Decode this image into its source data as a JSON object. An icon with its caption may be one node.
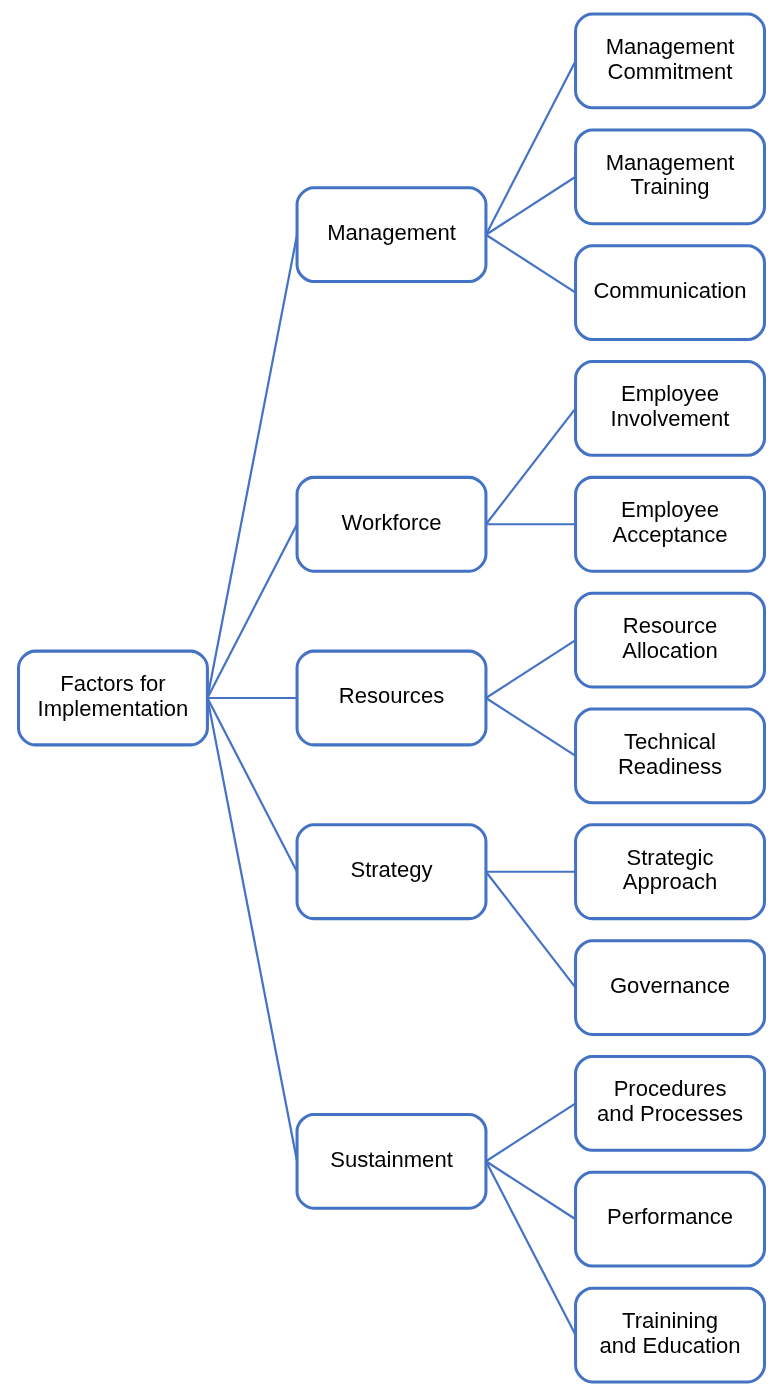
{
  "diagram": {
    "nodes": [
      {
        "text": [
          "Factors for Implementation"
        ]
      },
      {
        "text": [
          "Management"
        ]
      },
      {
        "text": [
          "Management Commitment"
        ]
      },
      {
        "text": [
          "Management Training"
        ]
      },
      {
        "text": [
          "Communication"
        ]
      },
      {
        "text": [
          "Workforce"
        ]
      },
      {
        "text": [
          "Employee Involvement"
        ]
      },
      {
        "text": [
          "Employee Acceptance"
        ]
      },
      {
        "text": [
          "Resources"
        ]
      },
      {
        "text": [
          "Resource Allocation"
        ]
      },
      {
        "text": [
          "Technical Readiness"
        ]
      },
      {
        "text": [
          "Strategy"
        ]
      },
      {
        "text": [
          "Strategic Approach"
        ]
      },
      {
        "text": [
          "Governance"
        ]
      },
      {
        "text": [
          "Sustainment"
        ]
      },
      {
        "text": [
          "Procedures and Processes"
        ]
      },
      {
        "text": [
          "Performance"
        ]
      },
      {
        "text": [
          "Trainining and Education"
        ]
      }
    ],
    "edges": [
      {
        "from": 0,
        "to": 1,
        "arrow": "none"
      },
      {
        "from": 0,
        "to": 5,
        "arrow": "none"
      },
      {
        "from": 0,
        "to": 8,
        "arrow": "none"
      },
      {
        "from": 0,
        "to": 11,
        "arrow": "none"
      },
      {
        "from": 0,
        "to": 14,
        "arrow": "none"
      },
      {
        "from": 1,
        "to": 2,
        "arrow": "none"
      },
      {
        "from": 1,
        "to": 3,
        "arrow": "none"
      },
      {
        "from": 1,
        "to": 4,
        "arrow": "none"
      },
      {
        "from": 5,
        "to": 6,
        "arrow": "none"
      },
      {
        "from": 5,
        "to": 7,
        "arrow": "none"
      },
      {
        "from": 8,
        "to": 9,
        "arrow": "none"
      },
      {
        "from": 8,
        "to": 10,
        "arrow": "none"
      },
      {
        "from": 11,
        "to": 12,
        "arrow": "none"
      },
      {
        "from": 11,
        "to": 13,
        "arrow": "none"
      },
      {
        "from": 14,
        "to": 15,
        "arrow": "none"
      },
      {
        "from": 14,
        "to": 16,
        "arrow": "none"
      },
      {
        "from": 14,
        "to": 17,
        "arrow": "none"
      }
    ]
  }
}
